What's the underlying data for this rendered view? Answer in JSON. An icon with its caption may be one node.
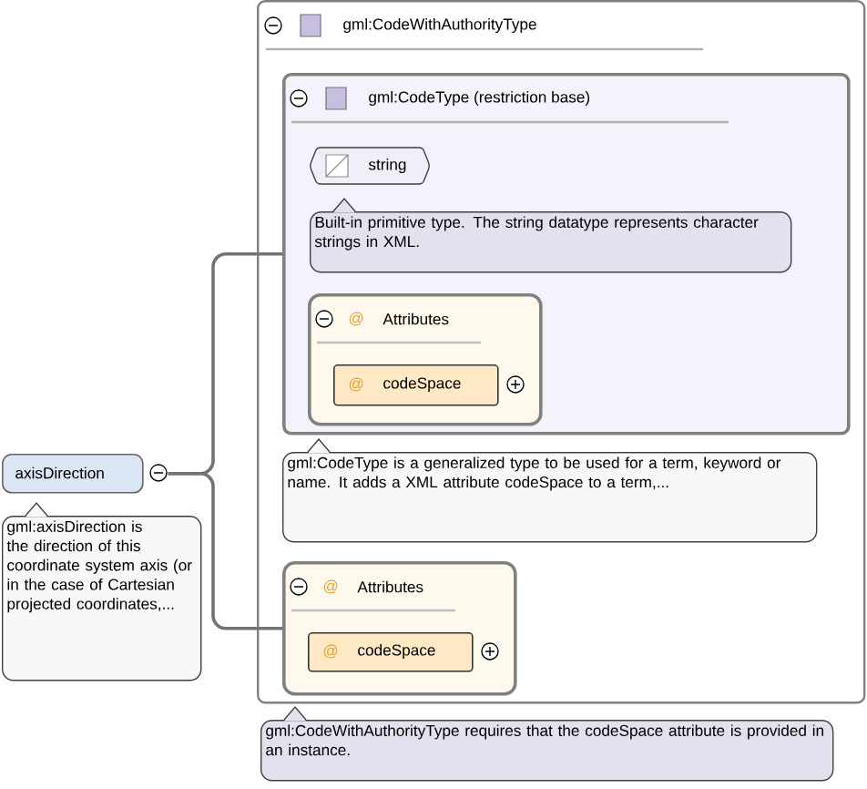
{
  "diagram": {
    "nodes": [
      {
        "text": [
          "axisDirection"
        ]
      },
      {
        "text": [
          "gml:axisDirection is the direction of this coordinate system axis (or in the case of Cartesian projected coordinates,..."
        ]
      },
      {
        "text": [
          "gml:CodeWithAuthorityType"
        ]
      },
      {
        "text": [
          "gml:CodeType (restriction base)"
        ],
        "in": 2
      },
      {
        "text": [
          "string"
        ],
        "in": 3
      },
      {
        "text": [
          "Built-in primitive type. The string datatype represents character strings in XML."
        ],
        "in": 3
      },
      {
        "text": [
          "@",
          "Attributes"
        ],
        "in": 3
      },
      {
        "text": [
          "@",
          "codeSpace"
        ],
        "in": 6
      },
      {
        "text": [
          "gml:CodeType is a generalized type to be used for a term, keyword or name. It adds a XML attribute codeSpace to a term,..."
        ],
        "in": 2
      },
      {
        "text": [
          "@",
          "Attributes"
        ],
        "in": 2
      },
      {
        "text": [
          "@",
          "codeSpace"
        ],
        "in": 9
      },
      {
        "text": [
          "gml:CodeWithAuthorityType requires that the codeSpace attribute is provided in an instance."
        ]
      }
    ],
    "edges": [
      {
        "from": 0,
        "to": 3,
        "arrow": "none"
      },
      {
        "from": 0,
        "to": 9,
        "arrow": "none"
      }
    ]
  }
}
